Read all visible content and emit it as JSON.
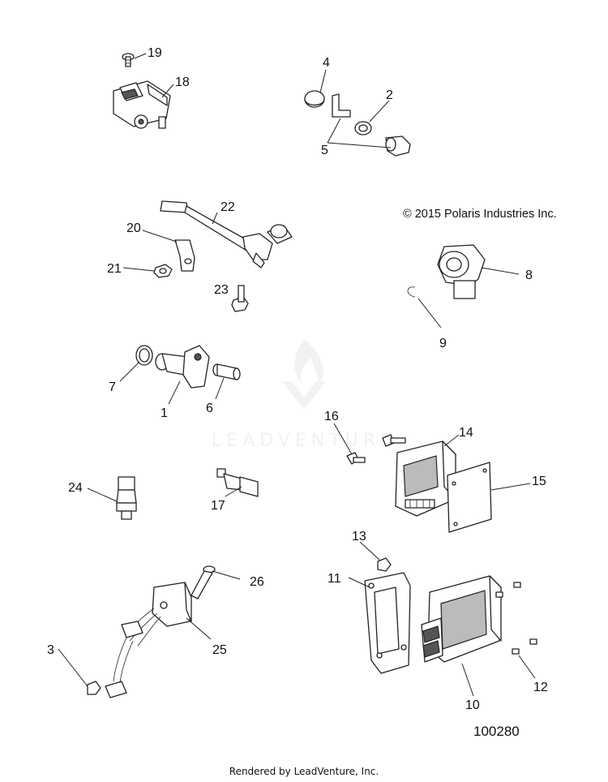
{
  "diagram": {
    "copyright": "© 2015 Polaris Industries Inc.",
    "document_number": "100280",
    "footer": "Rendered by LeadVenture, Inc.",
    "watermark": "LEADVENTURE",
    "callouts": [
      "1",
      "2",
      "3",
      "4",
      "5",
      "6",
      "7",
      "8",
      "9",
      "10",
      "11",
      "12",
      "13",
      "14",
      "15",
      "16",
      "17",
      "18",
      "19",
      "20",
      "21",
      "22",
      "23",
      "24",
      "25",
      "26"
    ]
  }
}
